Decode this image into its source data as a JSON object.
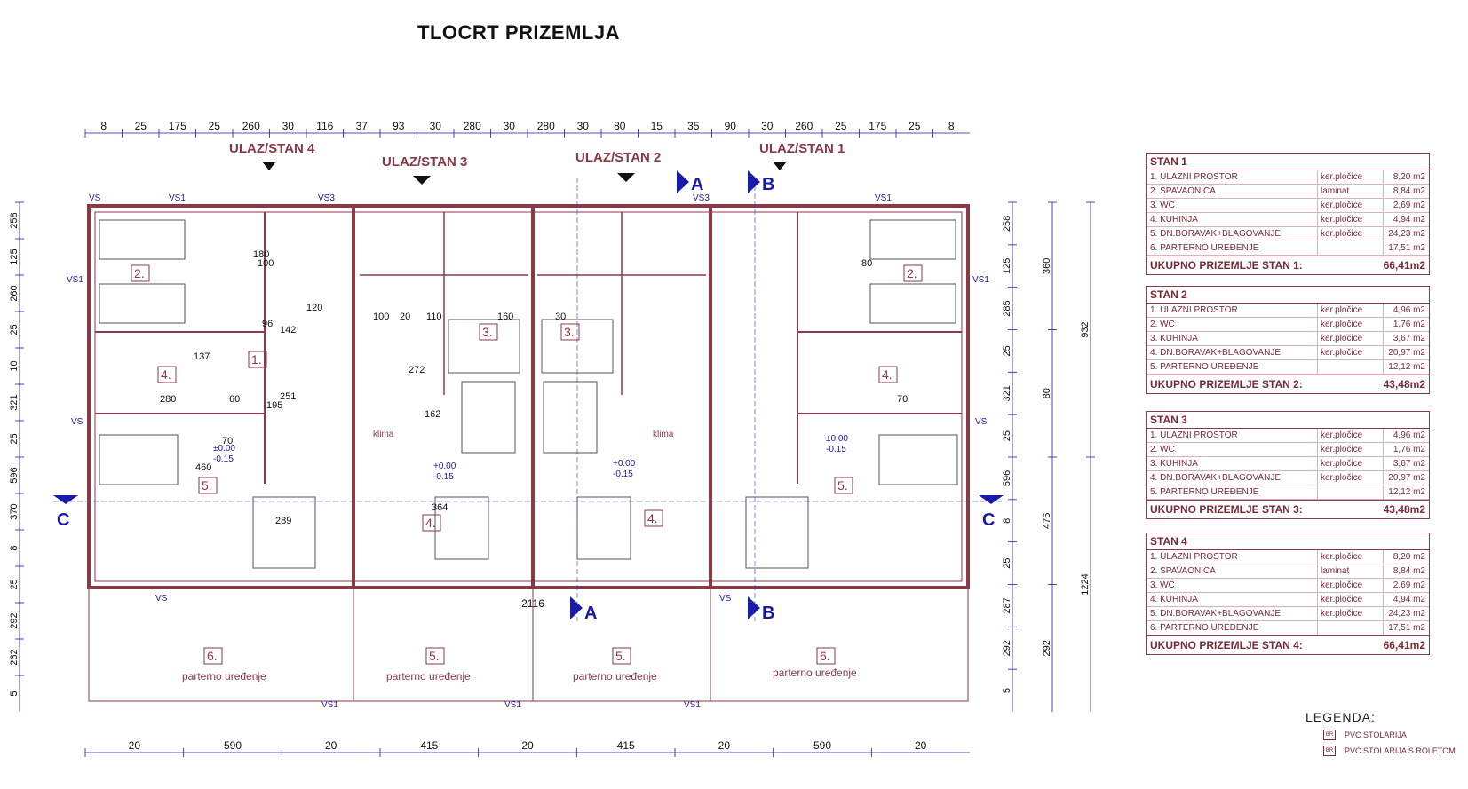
{
  "title": "TLOCRT PRIZEMLJA",
  "entrances": [
    "ULAZ/STAN 4",
    "ULAZ/STAN 3",
    "ULAZ/STAN 2",
    "ULAZ/STAN 1"
  ],
  "section_marks": {
    "a": "A",
    "b": "B",
    "c": "C"
  },
  "top_dims": [
    "8",
    "25",
    "175",
    "25",
    "260",
    "30",
    "116",
    "37",
    "93",
    "30",
    "280",
    "30",
    "280",
    "30",
    "80",
    "15",
    "35",
    "90",
    "30",
    "260",
    "25",
    "175",
    "25",
    "8"
  ],
  "bottom_dims": [
    "20",
    "590",
    "20",
    "415",
    "20",
    "415",
    "20",
    "590",
    "20"
  ],
  "total_width": "2116",
  "left_dims": [
    "258",
    "125",
    "260",
    "25",
    "10",
    "321",
    "25",
    "596",
    "370",
    "8",
    "25",
    "292",
    "262",
    "5"
  ],
  "right_dims": [
    "258",
    "125",
    "285",
    "25",
    "321",
    "25",
    "596",
    "8",
    "25",
    "287",
    "292",
    "5"
  ],
  "right_dims2": [
    "360",
    "80",
    "476",
    "292"
  ],
  "overall_right": [
    "932",
    "1224"
  ],
  "room_numbers": [
    "1.",
    "2.",
    "3.",
    "4.",
    "5.",
    "6."
  ],
  "window_labels": [
    "VS",
    "VS1",
    "VS3"
  ],
  "level_plus": "±0.00",
  "level_minus": "-0.15",
  "level_plus2": "+0.00",
  "outdoor_label": "parterno uređenje",
  "klima_label": "klima",
  "interior_dims": [
    "120",
    "100",
    "20",
    "110",
    "160",
    "30",
    "272",
    "162",
    "364",
    "289",
    "460",
    "280",
    "60",
    "70",
    "195",
    "142",
    "96",
    "137",
    "251",
    "180",
    "100",
    "70",
    "80"
  ],
  "stan_tables": [
    {
      "title": "STAN 1",
      "rows": [
        {
          "name": "1.  ULAZNI PROSTOR",
          "material": "ker.pločice",
          "area": "8,20 m2"
        },
        {
          "name": "2.  SPAVAONICA",
          "material": "laminat",
          "area": "8,84 m2"
        },
        {
          "name": "3.  WC",
          "material": "ker.pločice",
          "area": "2,69 m2"
        },
        {
          "name": "4.  KUHINJA",
          "material": "ker.pločice",
          "area": "4,94 m2"
        },
        {
          "name": "5.  DN.BORAVAK+BLAGOVANJE",
          "material": "ker.pločice",
          "area": "24,23 m2"
        },
        {
          "name": "6.  PARTERNO UREĐENJE",
          "material": "",
          "area": "17,51 m2"
        }
      ],
      "total_label": "UKUPNO PRIZEMLJE STAN 1:",
      "total_value": "66,41m2"
    },
    {
      "title": "STAN 2",
      "rows": [
        {
          "name": "1.  ULAZNI PROSTOR",
          "material": "ker.pločice",
          "area": "4,96 m2"
        },
        {
          "name": "2.  WC",
          "material": "ker.pločice",
          "area": "1,76 m2"
        },
        {
          "name": "3.  KUHINJA",
          "material": "ker.pločice",
          "area": "3,67 m2"
        },
        {
          "name": "4.  DN.BORAVAK+BLAGOVANJE",
          "material": "ker.pločice",
          "area": "20,97 m2"
        },
        {
          "name": "5.  PARTERNO UREĐENJE",
          "material": "",
          "area": "12,12 m2"
        }
      ],
      "total_label": "UKUPNO PRIZEMLJE STAN 2:",
      "total_value": "43,48m2"
    },
    {
      "title": "STAN 3",
      "rows": [
        {
          "name": "1.  ULAZNI PROSTOR",
          "material": "ker.pločice",
          "area": "4,96 m2"
        },
        {
          "name": "2.  WC",
          "material": "ker.pločice",
          "area": "1,76 m2"
        },
        {
          "name": "3.  KUHINJA",
          "material": "ker.pločice",
          "area": "3,67 m2"
        },
        {
          "name": "4.  DN.BORAVAK+BLAGOVANJE",
          "material": "ker.pločice",
          "area": "20,97 m2"
        },
        {
          "name": "5.  PARTERNO UREĐENJE",
          "material": "",
          "area": "12,12 m2"
        }
      ],
      "total_label": "UKUPNO PRIZEMLJE STAN 3:",
      "total_value": "43,48m2"
    },
    {
      "title": "STAN 4",
      "rows": [
        {
          "name": "1.  ULAZNI PROSTOR",
          "material": "ker.pločice",
          "area": "8,20 m2"
        },
        {
          "name": "2.  SPAVAONICA",
          "material": "laminat",
          "area": "8,84 m2"
        },
        {
          "name": "3.  WC",
          "material": "ker.pločice",
          "area": "2,69 m2"
        },
        {
          "name": "4.  KUHINJA",
          "material": "ker.pločice",
          "area": "4,94 m2"
        },
        {
          "name": "5.  DN.BORAVAK+BLAGOVANJE",
          "material": "ker.pločice",
          "area": "24,23 m2"
        },
        {
          "name": "6.  PARTERNO UREĐENJE",
          "material": "",
          "area": "17,51 m2"
        }
      ],
      "total_label": "UKUPNO PRIZEMLJE STAN 4:",
      "total_value": "66,41m2"
    }
  ],
  "legend": {
    "title": "LEGENDA:",
    "items": [
      {
        "symbol": "BR",
        "label": "PVC STOLARIJA"
      },
      {
        "symbol": "BR",
        "label": "PVC STOLARIJA S ROLETOM"
      }
    ]
  },
  "colors": {
    "wall": "#8a3a46",
    "dim": "#1a1aa8",
    "grid": "#3040d0",
    "text": "#7a2a36"
  }
}
